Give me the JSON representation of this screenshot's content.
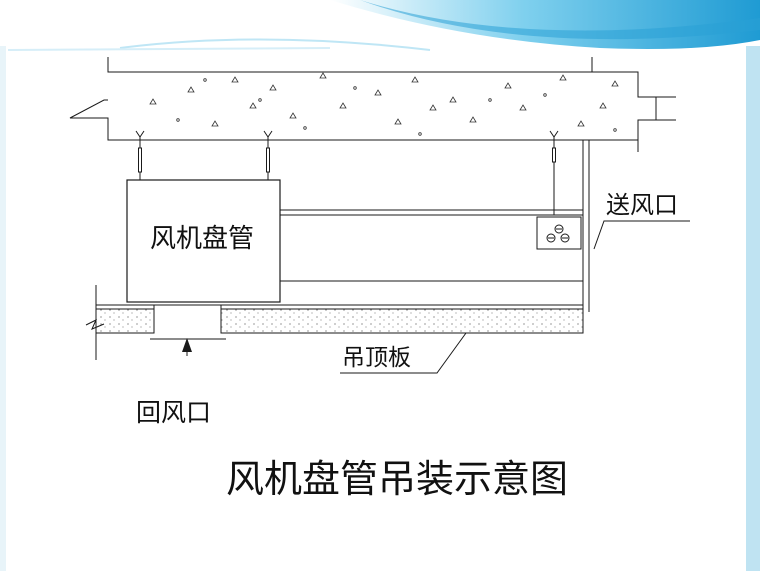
{
  "labels": {
    "fan_coil": "风机盘管",
    "supply_outlet": "送风口",
    "ceiling_board": "吊顶板",
    "return_outlet": "回风口",
    "title": "风机盘管吊装示意图"
  },
  "colors": {
    "line": "#1a1a1a",
    "accent_top": "#3aa8d8",
    "accent_right": "#7cc7e8",
    "background": "#ffffff"
  }
}
